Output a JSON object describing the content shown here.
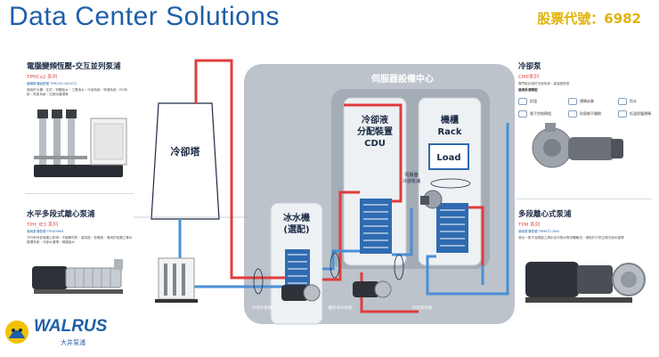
{
  "header": {
    "title": "Data Center Solutions",
    "stock": "股票代號：6982"
  },
  "left_top": {
    "title": "電腦變頻恆壓-交互並列泵浦",
    "series": "TPHCx2 系列",
    "line1": "變頻泵浦組型號 TPHCX2-16CVC2",
    "line2": "適用於大樓・住宅・別墅給水・工業用水・冷卻系統・噴灌系統・RO系統・熱泵系統・空調水循環等"
  },
  "left_bottom": {
    "title": "水平多段式離心泵浦",
    "series": "TPH_IE3 系列",
    "line1": "適用泵浦型號 TPH4T6K4",
    "line2": "TPH系列多段離心泵浦・不鏽鋼材質・高效能・低噪音・適用於各類工業水循環系統・冷卻水循環・鍋爐給水"
  },
  "right_top": {
    "title": "冷卻泵",
    "series": "CMP系列",
    "line1": "專門設計用於冷卻系統・高溫耐熱型",
    "section": "適用泵浦類型",
    "features": [
      "耐溫",
      "運轉安靜",
      "防水",
      "電子控制模組",
      "耐腐蝕不鏽鋼",
      "低溫保護運轉"
    ]
  },
  "right_bottom": {
    "title": "多段離心式泵浦",
    "series": "TPM 系列",
    "line1": "適用泵浦型號 TPM4T2.2M4",
    "line2": "適合一般不含腐蝕之清水及冷熱水等流體輸送・適用於中央空調冷卻水循環"
  },
  "diagram": {
    "server_room": "伺服器設備中心",
    "cooling_tower": "冷卻塔",
    "cdu_line1": "冷卻液",
    "cdu_line2": "分配裝置",
    "cdu_line3": "CDU",
    "rack_line1": "機櫃",
    "rack_line2": "Rack",
    "load": "Load",
    "chiller_line1": "冰水機",
    "chiller_line2": "(選配)",
    "server_pump_line1": "伺服器",
    "server_pump_line2": "冷卻泵浦",
    "loop_cooling_water": "冷卻水系統",
    "loop_chilled_water": "機房冰水系統",
    "loop_coolant": "冷卻液系統"
  },
  "logo": {
    "name": "WALRUS",
    "sub": "大井泵浦"
  },
  "colors": {
    "brand_blue": "#1f5fa8",
    "stock_yellow": "#e2b300",
    "hot_pipe": "#e03c3c",
    "cold_pipe": "#4a8fd6",
    "series_red": "#e05050"
  }
}
